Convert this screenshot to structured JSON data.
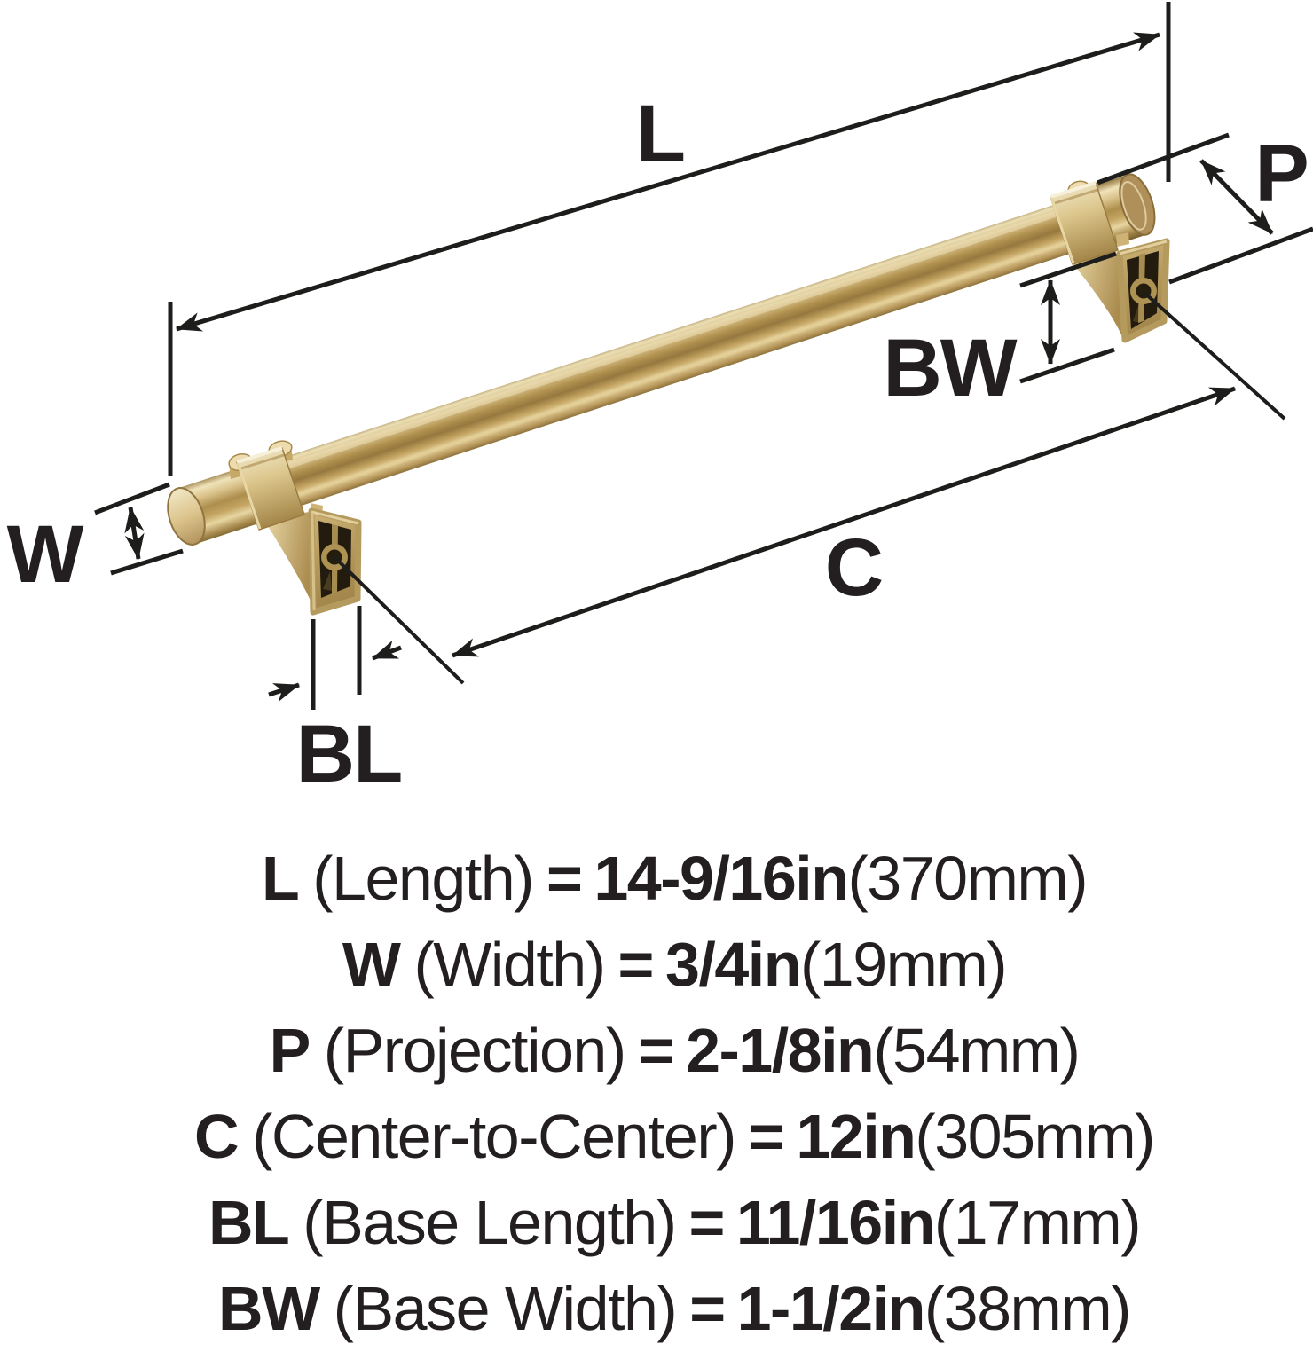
{
  "background": "#ffffff",
  "colors": {
    "line": "#1d1d1b",
    "text": "#231f20",
    "gold_light": "#f0e3ba",
    "gold_mid": "#c9ab6e",
    "gold_dark": "#8a6d38",
    "cavity_dark": "#231c0e"
  },
  "dimension_labels": {
    "l": "L",
    "w": "W",
    "p": "P",
    "c": "C",
    "bl": "BL",
    "bw": "BW"
  },
  "specs": [
    {
      "symbol": "L",
      "name": "(Length)",
      "equals": "=",
      "value": "14-9/16in",
      "metric": "(370mm)"
    },
    {
      "symbol": "W",
      "name": "(Width)",
      "equals": "=",
      "value": "3/4in",
      "metric": "(19mm)"
    },
    {
      "symbol": "P",
      "name": "(Projection)",
      "equals": "=",
      "value": "2-1/8in",
      "metric": "(54mm)"
    },
    {
      "symbol": "C",
      "name": "(Center-to-Center)",
      "equals": "=",
      "value": "12in",
      "metric": "(305mm)"
    },
    {
      "symbol": "BL",
      "name": "(Base Length)",
      "equals": "=",
      "value": "11/16in",
      "metric": "(17mm)"
    },
    {
      "symbol": "BW",
      "name": "(Base Width)",
      "equals": "=",
      "value": "1-1/2in",
      "metric": "(38mm)"
    }
  ]
}
